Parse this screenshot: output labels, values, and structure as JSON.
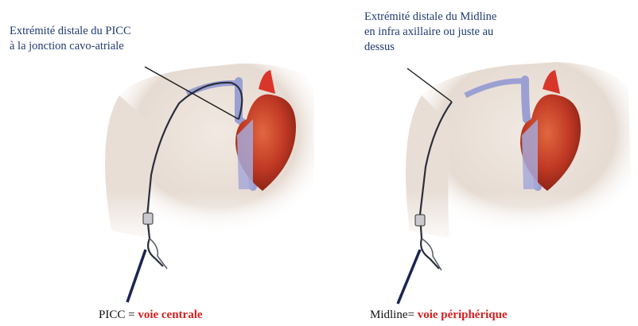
{
  "left_panel": {
    "annotation_lines": [
      "Extrémité distale du PICC",
      "à la jonction cavo-atriale"
    ],
    "caption_prefix": "PICC = ",
    "caption_highlight": "voie centrale"
  },
  "right_panel": {
    "annotation_lines": [
      "Extrémité distale du Midline",
      "en infra axillaire ou juste au",
      "dessus"
    ],
    "caption_prefix": "Midline= ",
    "caption_highlight": "voie périphérique"
  },
  "colors": {
    "annotation_text": "#1f3a73",
    "caption_highlight": "#d41f1f",
    "skin": "#eae1d9",
    "heart": "#c8402a",
    "vein": "#8f93c8",
    "catheter": "#2a2f3d"
  }
}
